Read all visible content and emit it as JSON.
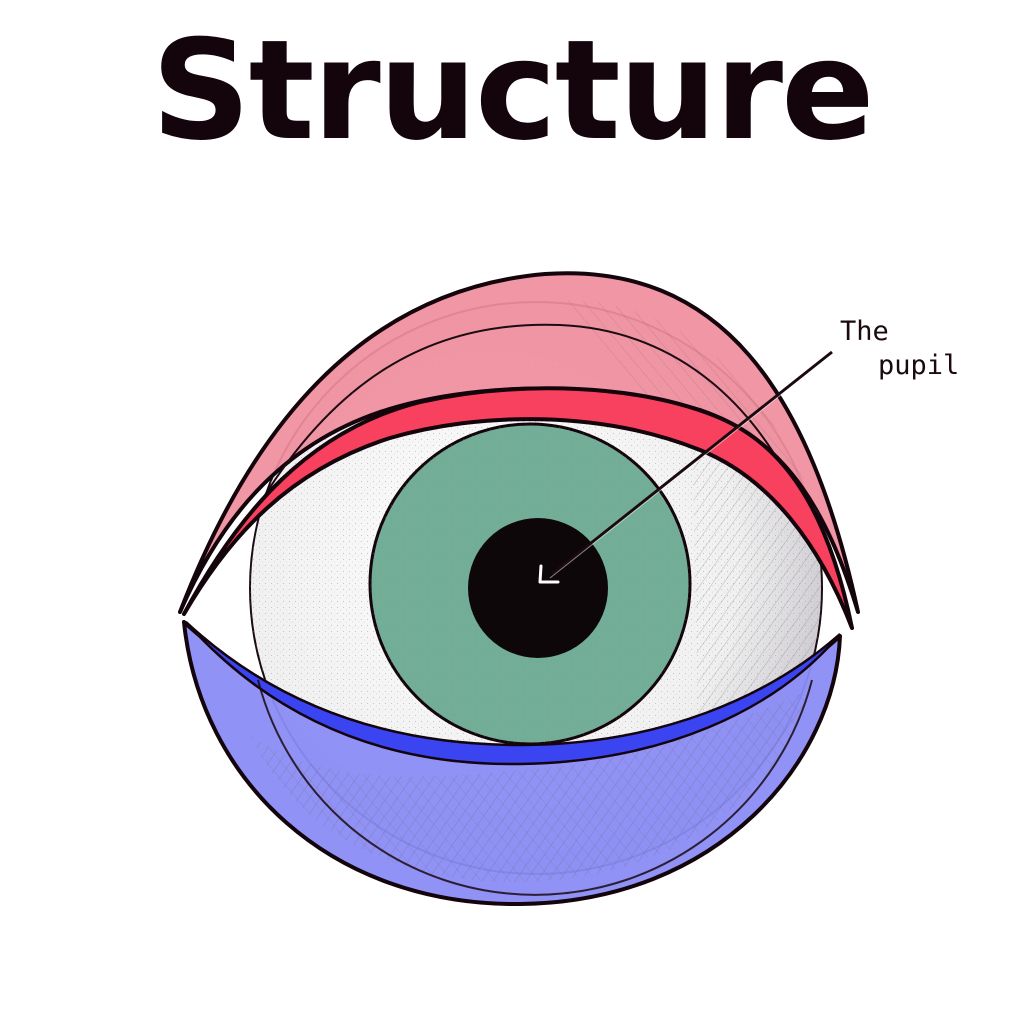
{
  "title": "Structure",
  "annotation": {
    "line1": "The",
    "line2": "pupil"
  },
  "colors": {
    "upper_lid_outer": "#f08e9e",
    "upper_lid_crease": "#f8415f",
    "lower_lid_outer": "#8a8cf5",
    "lower_lid_edge": "#3a44f0",
    "iris": "#72ad97",
    "pupil": "#0e070a",
    "sclera": "#f4f4f4",
    "outline": "#14040c"
  }
}
